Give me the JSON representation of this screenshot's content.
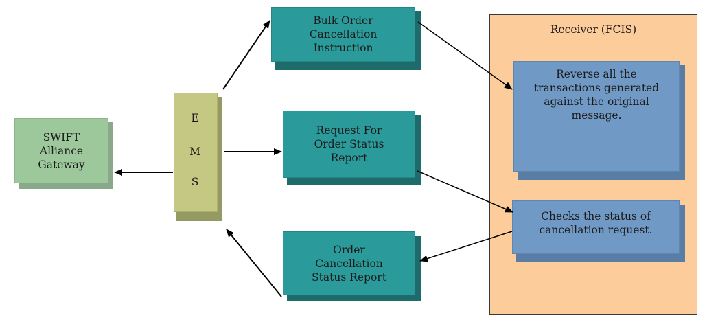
{
  "gateway": {
    "label": "SWIFT\nAlliance\nGateway"
  },
  "ems": {
    "letters": [
      "E",
      "M",
      "S"
    ]
  },
  "bulk_order": {
    "label": "Bulk Order\nCancellation\nInstruction"
  },
  "status_request": {
    "label": "Request For\nOrder Status\nReport"
  },
  "status_report": {
    "label": "Order\nCancellation\nStatus Report"
  },
  "receiver": {
    "title": "Receiver (FCIS)",
    "reverse_box": "Reverse all the\ntransactions generated\nagainst the original\nmessage.",
    "check_box": "Checks the status of\ncancellation request."
  },
  "colors": {
    "teal": "#2a9a9a",
    "green": "#9cc89c",
    "olive": "#c4c882",
    "blue": "#7199c5",
    "peach": "#fdcc9b"
  }
}
